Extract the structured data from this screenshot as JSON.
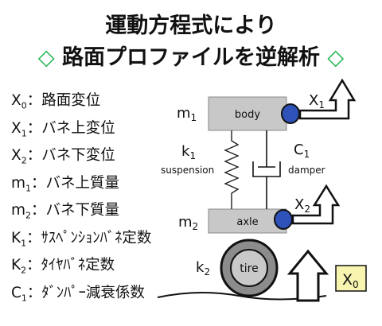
{
  "title": {
    "line1": "運動方程式により",
    "line2": "路面プロファイルを逆解析",
    "diamond_left": "◇",
    "diamond_right": "◇"
  },
  "legend": [
    {
      "sym": "X",
      "sub": "0",
      "desc": "：路面変位"
    },
    {
      "sym": "X",
      "sub": "1",
      "desc": "：バネ上変位"
    },
    {
      "sym": "X",
      "sub": "2",
      "desc": "：バネ下変位"
    },
    {
      "sym": "m",
      "sub": "1",
      "desc": "：バネ上質量"
    },
    {
      "sym": "m",
      "sub": "2",
      "desc": "：バネ下質量"
    },
    {
      "sym": "K",
      "sub": "1",
      "desc": "：ｻｽﾍﾟﾝｼｮﾝﾊﾞﾈ定数"
    },
    {
      "sym": "K",
      "sub": "2",
      "desc": "：ﾀｲﾔﾊﾞﾈ定数"
    },
    {
      "sym": "C",
      "sub": "1",
      "desc": "：ﾀﾞﾝﾊﾟｰ減衰係数"
    }
  ],
  "diagram": {
    "body_label": "body",
    "axle_label": "axle",
    "tire_label": "tire",
    "suspension_label": "suspension",
    "damper_label": "damper",
    "m1": {
      "sym": "m",
      "sub": "1"
    },
    "m2": {
      "sym": "m",
      "sub": "2"
    },
    "k1": {
      "sym": "k",
      "sub": "1"
    },
    "k2": {
      "sym": "k",
      "sub": "2"
    },
    "c1": {
      "sym": "C",
      "sub": "1"
    },
    "x1": {
      "sym": "X",
      "sub": "1"
    },
    "x2": {
      "sym": "X",
      "sub": "2"
    },
    "x0": {
      "sym": "X",
      "sub": "0"
    }
  },
  "colors": {
    "diamond": "#18b34a",
    "block_fill": "#c8c8c8",
    "pivot_fill": "#2f52b8",
    "x0_box_fill": "#f8f5b0"
  }
}
